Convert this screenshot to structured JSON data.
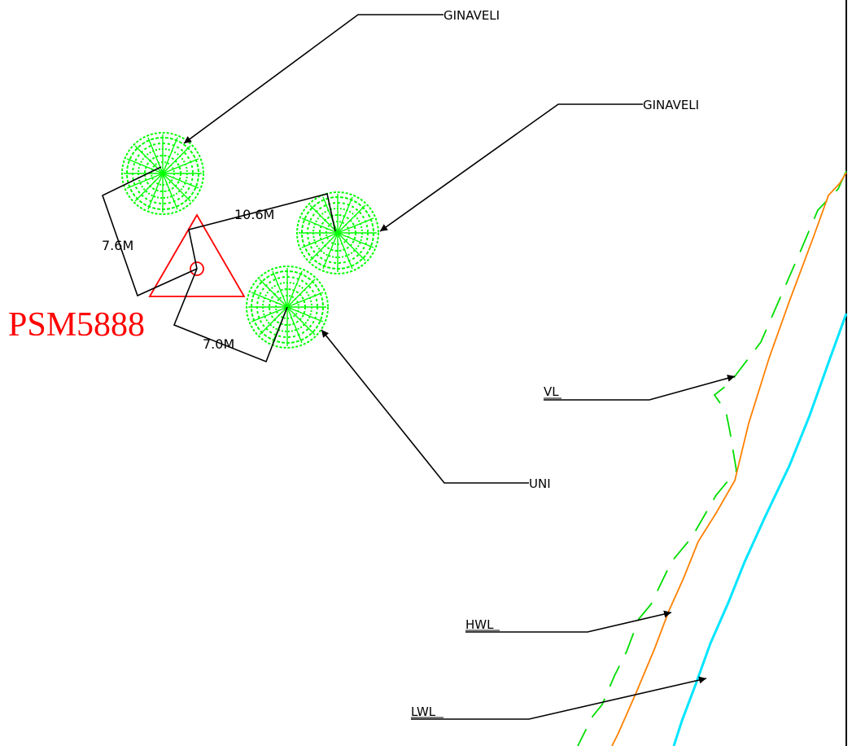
{
  "colors": {
    "line": "#000000",
    "station": "#ff0000",
    "tree": "#00ff00",
    "vegetation_line": "#00dd00",
    "high_water_line": "#ff8000",
    "low_water_line": "#00e5ff",
    "border": "#000000"
  },
  "station": {
    "id": "PSM5888",
    "symbol": "triangle-station-icon"
  },
  "trees": [
    {
      "kind": "tree-icon"
    },
    {
      "kind": "tree-icon"
    },
    {
      "kind": "tree-icon"
    }
  ],
  "labels": {
    "tree_top": "GINAVELI",
    "tree_middle": "GINAVELI",
    "tree_bottom": "UNI",
    "vegetation_line": "VL",
    "high_water_line": "HWL",
    "low_water_line": "LWL"
  },
  "dimensions": {
    "to_top_tree": "7.6M",
    "to_middle_tree": "10.6M",
    "to_bottom_tree": "7.0M"
  }
}
